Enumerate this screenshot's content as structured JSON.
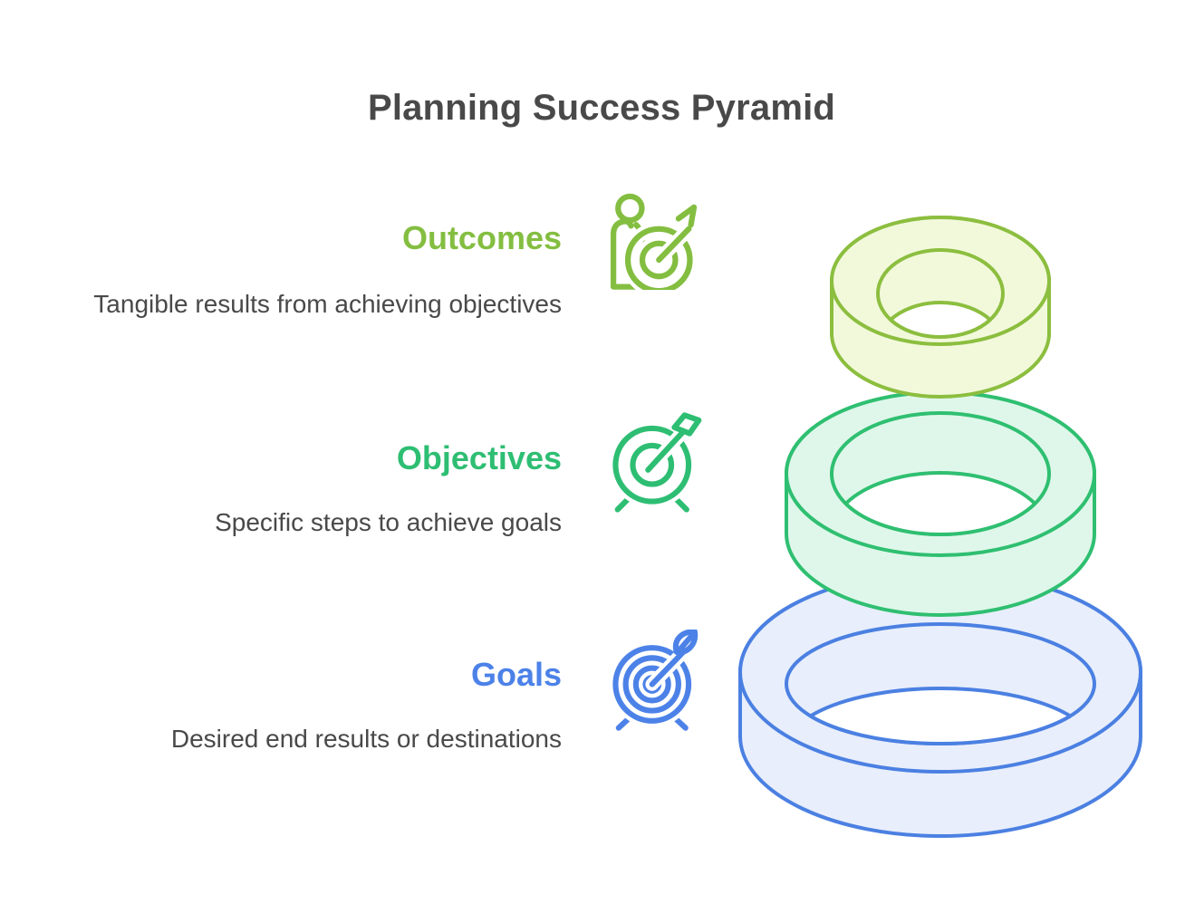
{
  "title": "Planning Success Pyramid",
  "title_color": "#494949",
  "text_color": "#494949",
  "background": "#FFFFFF",
  "levels": [
    {
      "id": "outcomes",
      "label": "Outcomes",
      "description": "Tangible results from achieving objectives",
      "color": "#84BE41",
      "icon": "person-target-icon",
      "ring": {
        "fill": "#F2F9DB",
        "stroke": "#8CBE3F"
      }
    },
    {
      "id": "objectives",
      "label": "Objectives",
      "description": "Specific steps to achieve goals",
      "color": "#2EBE73",
      "icon": "target-arrow-icon",
      "ring": {
        "fill": "#DFF7EA",
        "stroke": "#2FBF71"
      }
    },
    {
      "id": "goals",
      "label": "Goals",
      "description": "Desired end results or destinations",
      "color": "#4C82E8",
      "icon": "bullseye-arrow-icon",
      "ring": {
        "fill": "#E8EEFB",
        "stroke": "#4B80E2"
      }
    }
  ]
}
